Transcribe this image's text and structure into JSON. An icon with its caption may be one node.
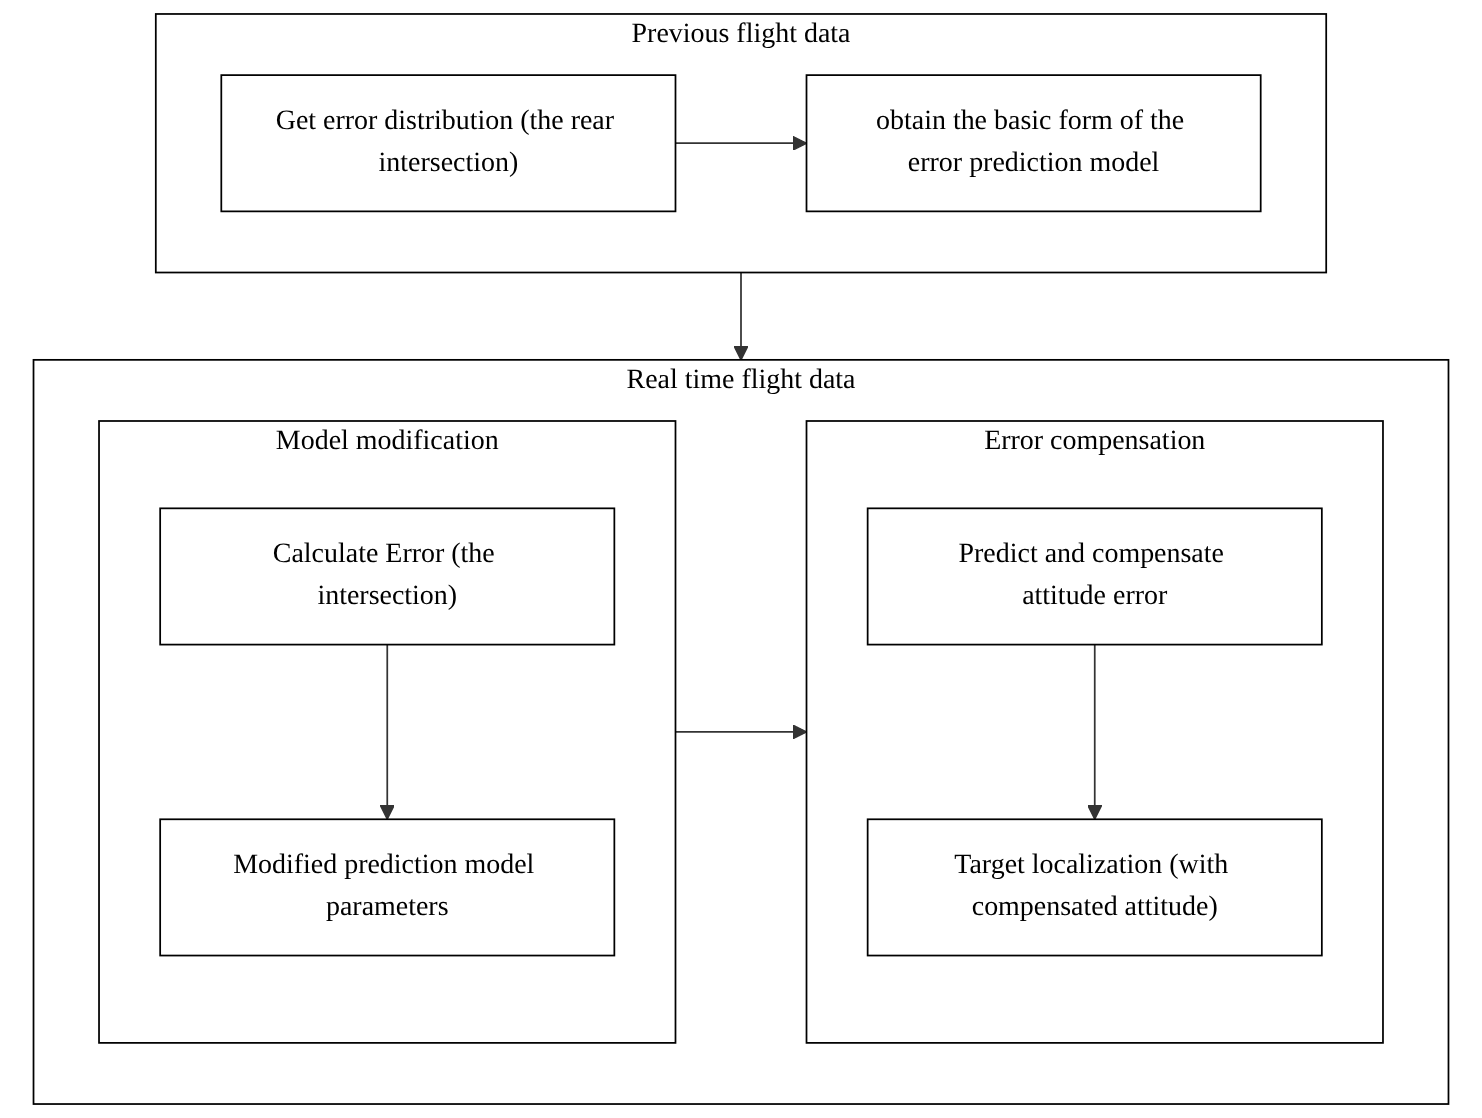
{
  "diagram": {
    "nodes": [
      {
        "text": [
          "Previous flight data"
        ]
      },
      {
        "text": [
          "Get error distribution (the rear intersection)"
        ],
        "in": 0
      },
      {
        "text": [
          "obtain the basic form of the error prediction model"
        ],
        "in": 0
      },
      {
        "text": [
          "Real time flight data"
        ]
      },
      {
        "text": [
          "Model modification"
        ],
        "in": 3
      },
      {
        "text": [
          "Calculate Error (the intersection)"
        ],
        "in": 4
      },
      {
        "text": [
          "Modified prediction model parameters"
        ],
        "in": 4
      },
      {
        "text": [
          "Error compensation"
        ],
        "in": 3
      },
      {
        "text": [
          "Predict and compensate attitude error"
        ],
        "in": 7
      },
      {
        "text": [
          "Target localization (with compensated attitude)"
        ],
        "in": 7
      }
    ],
    "edges": [
      {
        "from": 1,
        "to": 2,
        "arrow": "to"
      },
      {
        "from": 0,
        "to": 3,
        "arrow": "to"
      },
      {
        "from": 5,
        "to": 6,
        "arrow": "to"
      },
      {
        "from": 4,
        "to": 7,
        "arrow": "to"
      },
      {
        "from": 8,
        "to": 9,
        "arrow": "to"
      }
    ]
  }
}
